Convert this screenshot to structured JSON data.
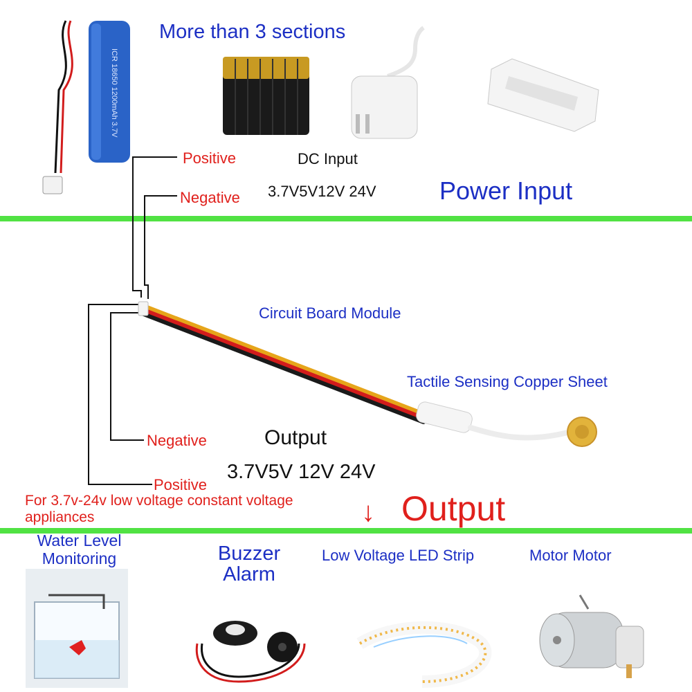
{
  "power_section": {
    "header": "More than 3 sections",
    "battery_text": "ICR 18650 1200mAh 3.7V",
    "positive_label": "Positive",
    "negative_label": "Negative",
    "dc_input_label": "DC Input",
    "voltage_text": "3.7V5V12V 24V",
    "section_title": "Power Input"
  },
  "module_section": {
    "circuit_board_label": "Circuit Board Module",
    "sensing_label": "Tactile Sensing Copper Sheet",
    "negative_label": "Negative",
    "positive_label": "Positive",
    "output_label": "Output",
    "voltage_text": "3.7V5V 12V 24V",
    "appliance_note": "For 3.7v-24v low voltage constant voltage appliances",
    "output_arrow": "↓",
    "output_title": "Output"
  },
  "applications": {
    "water_level": "Water Level Monitoring",
    "buzzer": "Buzzer Alarm",
    "led_strip": "Low Voltage LED Strip",
    "motor": "Motor Motor"
  },
  "colors": {
    "label_blue": "#1c2fc4",
    "label_red": "#e0201c",
    "divider_green": "#33dd22"
  }
}
